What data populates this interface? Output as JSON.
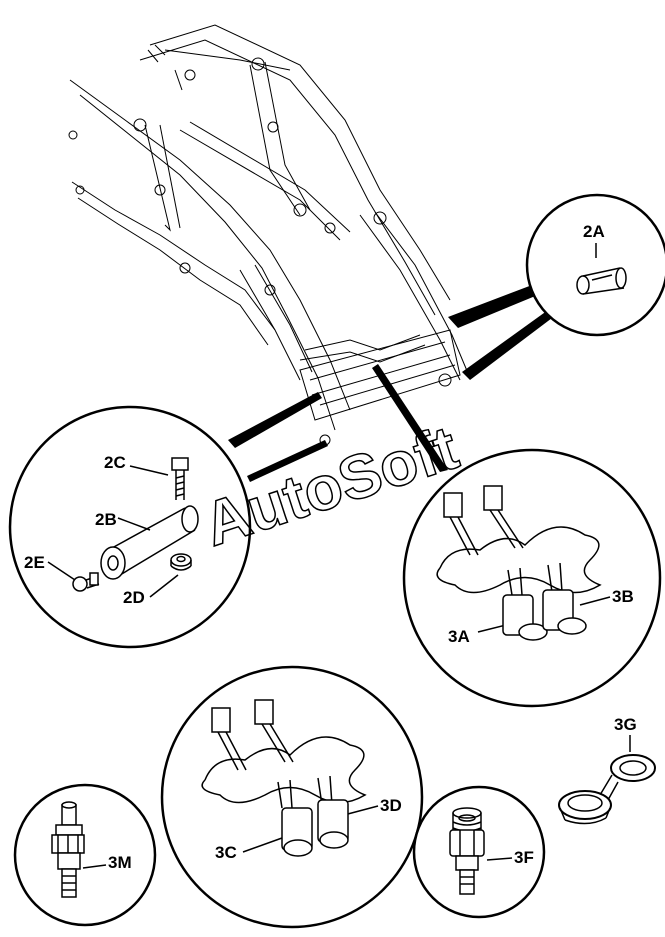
{
  "watermark": "AutoSoft",
  "callouts": {
    "c2A": "2A",
    "c2B": "2B",
    "c2C": "2C",
    "c2D": "2D",
    "c2E": "2E",
    "c3A": "3A",
    "c3B": "3B",
    "c3C": "3C",
    "c3D": "3D",
    "c3F": "3F",
    "c3G": "3G",
    "c3M": "3M"
  }
}
